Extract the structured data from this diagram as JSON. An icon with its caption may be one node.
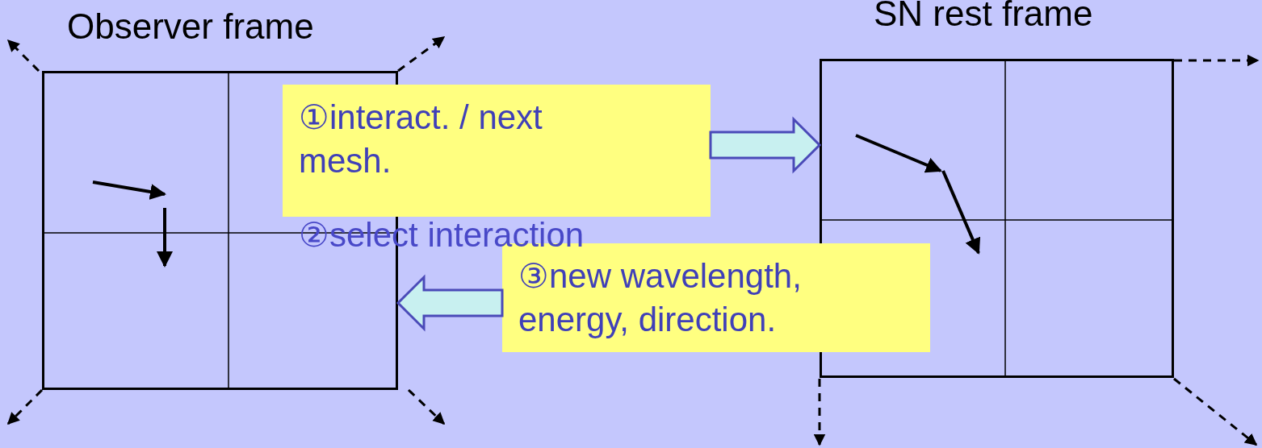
{
  "diagram": {
    "nodes": [
      {
        "text": [
          "Observer frame"
        ]
      },
      {
        "text": [
          "SN rest frame"
        ]
      },
      {
        "text": [
          "①interact. / next mesh."
        ]
      },
      {
        "text": [
          "③new wavelength, energy, direction."
        ]
      }
    ],
    "edges": [
      {
        "from": 2,
        "to": 1,
        "arrow": "to"
      },
      {
        "from": 3,
        "to": 0,
        "arrow": "to"
      }
    ],
    "labels": [
      "②select interaction"
    ]
  }
}
